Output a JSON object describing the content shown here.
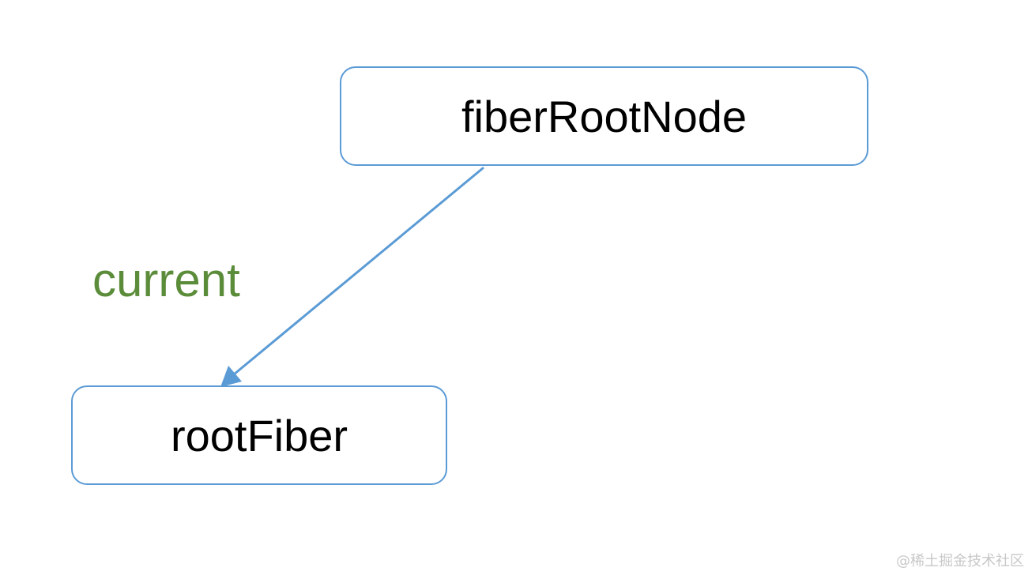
{
  "nodes": {
    "fiber_root_node": {
      "label": "fiberRootNode"
    },
    "root_fiber": {
      "label": "rootFiber"
    }
  },
  "edges": [
    {
      "from": "fiberRootNode",
      "to": "rootFiber",
      "label": "current"
    }
  ],
  "colors": {
    "node_border": "#5b9bd5",
    "arrow": "#5b9bd5",
    "edge_label": "#5b8c3a",
    "node_text": "#000000"
  },
  "watermark": "@稀土掘金技术社区"
}
